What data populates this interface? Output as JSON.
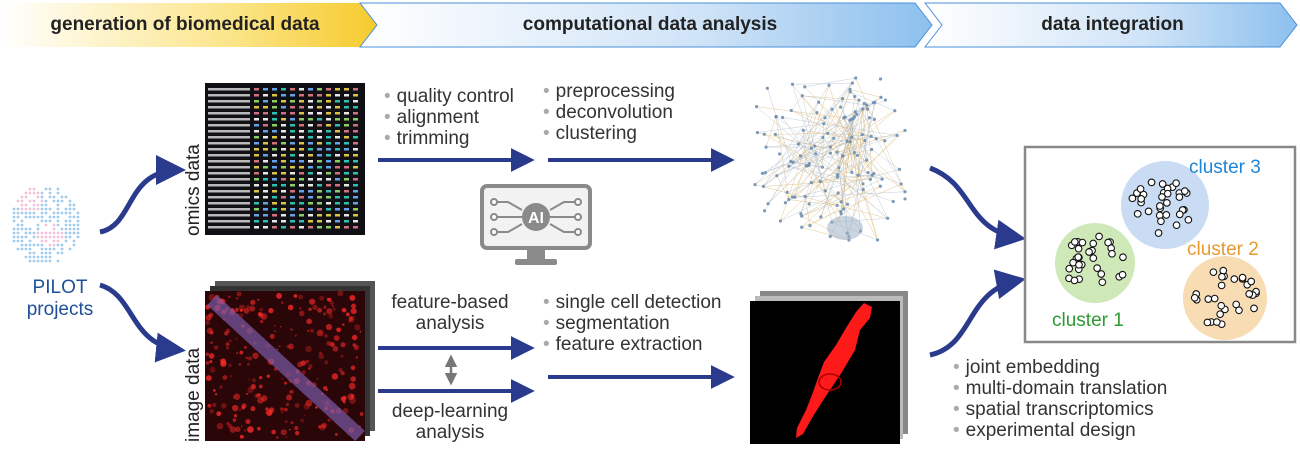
{
  "stages": [
    {
      "label": "generation of biomedical data",
      "color": "#f6c929"
    },
    {
      "label": "computational data analysis",
      "color": "#9fcbf0"
    },
    {
      "label": "data integration",
      "color": "#9fcbf0"
    }
  ],
  "pilot": {
    "line1": "PILOT",
    "line2": "projects",
    "color": "#1f4e9a"
  },
  "omics": {
    "label": "omics data",
    "steps1": [
      "quality control",
      "alignment",
      "trimming"
    ],
    "steps2": [
      "preprocessing",
      "deconvolution",
      "clustering"
    ]
  },
  "image": {
    "label": "image data",
    "feature_line1": "feature-based",
    "feature_line2": "analysis",
    "deep_line1": "deep-learning",
    "deep_line2": "analysis",
    "steps": [
      "single cell detection",
      "segmentation",
      "feature extraction"
    ]
  },
  "ai_label": "AI",
  "clusters": [
    {
      "name": "cluster 1",
      "color": "#2e9a33",
      "fill": "#cfe8b8"
    },
    {
      "name": "cluster 2",
      "color": "#e8992e",
      "fill": "#f7dcb4"
    },
    {
      "name": "cluster 3",
      "color": "#1f86d6",
      "fill": "#c9dcf3"
    }
  ],
  "integration_steps": [
    "joint embedding",
    "multi-domain translation",
    "spatial transcriptomics",
    "experimental design"
  ],
  "arrow_color": "#2a3a8c"
}
